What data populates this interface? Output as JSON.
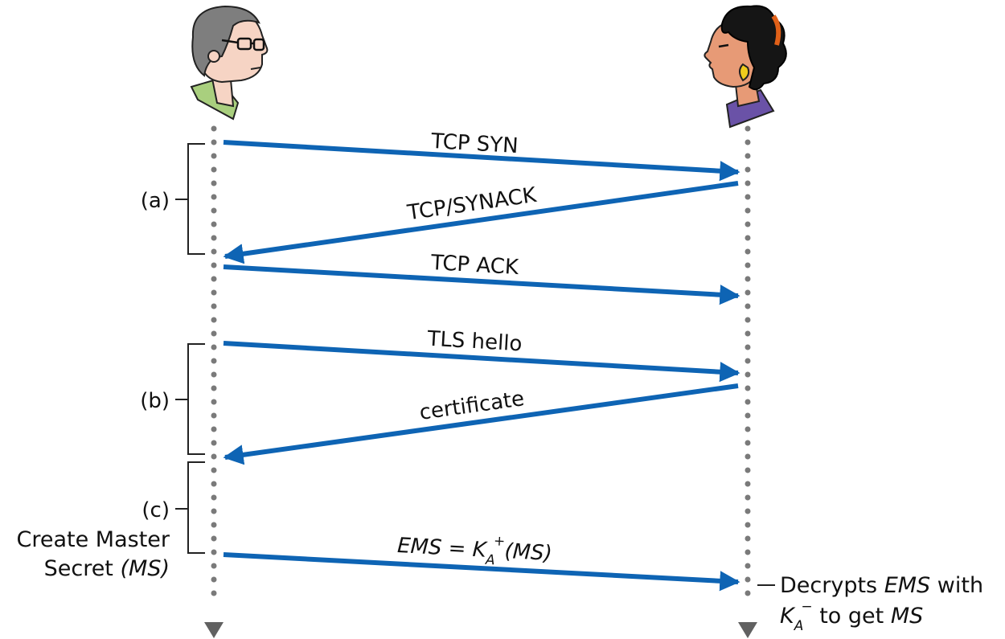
{
  "colors": {
    "arrow": "#0e64b4",
    "lifeline": "#7a7a7a",
    "bracket": "#222222"
  },
  "figure": {
    "alice": "alice-icon",
    "bob": "bob-icon"
  },
  "messages": {
    "tcp_syn": "TCP SYN",
    "tcp_synack": "TCP/SYNACK",
    "tcp_ack": "TCP ACK",
    "tls_hello": "TLS hello",
    "certificate": "certificate",
    "ems": {
      "lhs": "EMS = K",
      "sub": "A",
      "sup": "+",
      "rhs": "(MS)"
    }
  },
  "brackets": {
    "a": "(a)",
    "b": "(b)",
    "c": "(c)"
  },
  "notes": {
    "create_line1": "Create Master",
    "create_line2_a": "Secret ",
    "create_line2_b": "(MS)",
    "decrypt_line1_a": "Decrypts ",
    "decrypt_line1_b": "EMS",
    "decrypt_line1_c": " with",
    "decrypt_k": "K",
    "decrypt_sub": "A",
    "decrypt_sup": "−",
    "decrypt_line2_a": " to get ",
    "decrypt_line2_b": "MS"
  }
}
